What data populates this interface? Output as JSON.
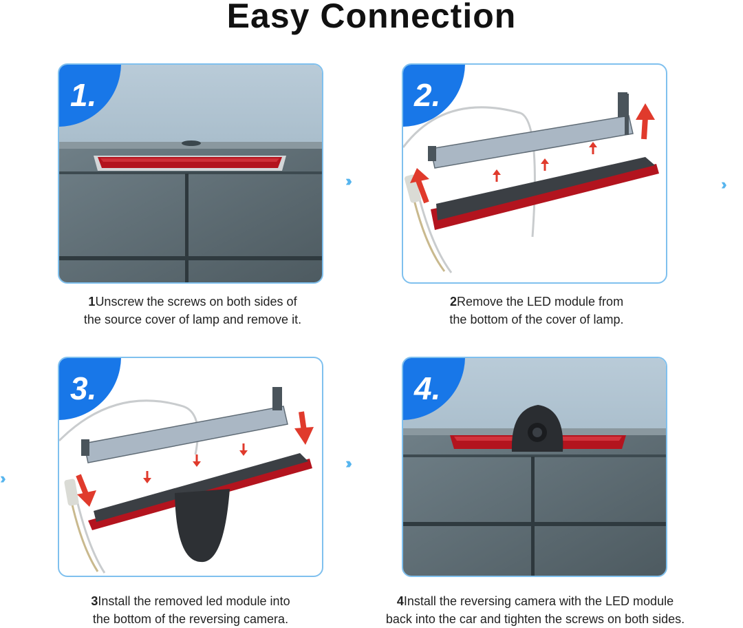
{
  "title": "Easy Connection",
  "steps": [
    {
      "badge": "1.",
      "num": "1",
      "caption_line1": "Unscrew the screws on both sides of",
      "caption_line2": "the source cover of lamp and remove it."
    },
    {
      "badge": "2.",
      "num": "2",
      "caption_line1": "Remove the LED module from",
      "caption_line2": "the bottom of the cover of lamp."
    },
    {
      "badge": "3.",
      "num": "3",
      "caption_line1": "Install the removed led module into",
      "caption_line2": "the bottom of the reversing camera."
    },
    {
      "badge": "4.",
      "num": "4",
      "caption_line1": "Install the reversing camera with the LED module",
      "caption_line2": "back into the car and tighten the screws on both sides."
    }
  ],
  "arrows": "›››",
  "colors": {
    "accent": "#1877e8",
    "border": "#7fc0ee",
    "arrow": "#57b5ee",
    "lamp": "#b3141e"
  }
}
